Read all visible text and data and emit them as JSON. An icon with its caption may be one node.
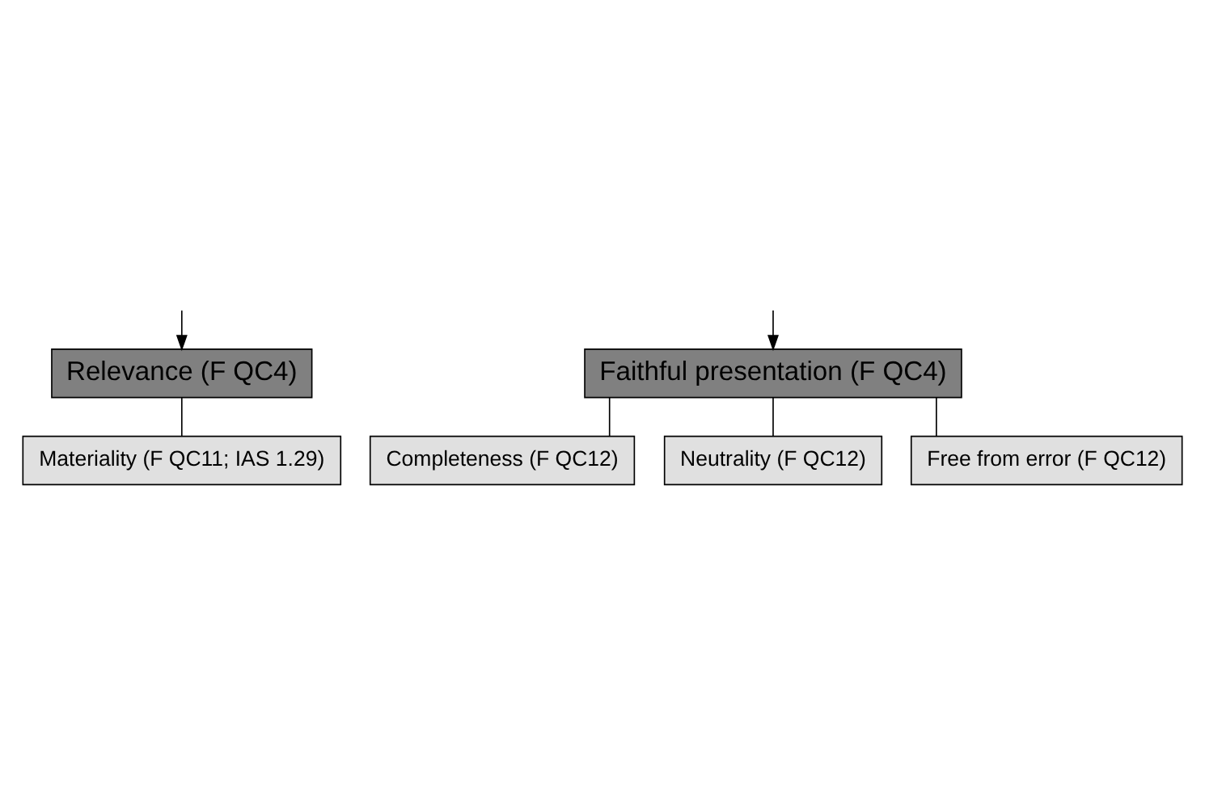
{
  "diagram": {
    "nodes": [
      {
        "text": [
          "Relevance (F QC4)"
        ]
      },
      {
        "text": [
          "Materiality (F QC11; IAS 1.29)"
        ]
      },
      {
        "text": [
          "Faithful presentation (F QC4)"
        ]
      },
      {
        "text": [
          "Completeness (F QC12)"
        ]
      },
      {
        "text": [
          "Neutrality (F QC12)"
        ]
      },
      {
        "text": [
          "Free from error (F QC12)"
        ]
      }
    ],
    "edges": [
      {
        "from": null,
        "to": 0,
        "arrow": "to"
      },
      {
        "from": null,
        "to": 2,
        "arrow": "to"
      },
      {
        "from": 0,
        "to": 1,
        "arrow": "none"
      },
      {
        "from": 2,
        "to": 3,
        "arrow": "none"
      },
      {
        "from": 2,
        "to": 4,
        "arrow": "none"
      },
      {
        "from": 2,
        "to": 5,
        "arrow": "none"
      }
    ]
  }
}
